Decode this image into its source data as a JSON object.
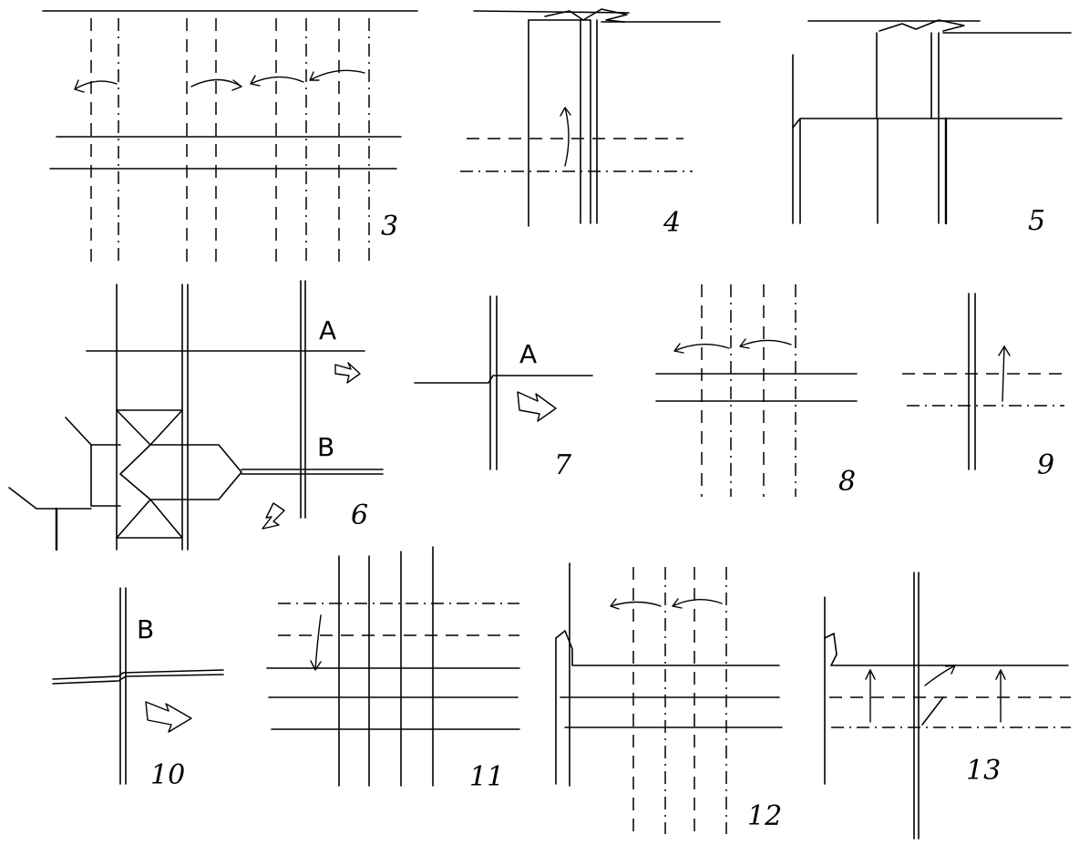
{
  "step_numbers": {
    "s3": "3",
    "s4": "4",
    "s5": "5",
    "s6": "6",
    "s7": "7",
    "s8": "8",
    "s9": "9",
    "s10": "10",
    "s11": "11",
    "s12": "12",
    "s13": "13"
  },
  "labels": {
    "a6": "A",
    "b6": "B",
    "a7": "A",
    "b10": "B"
  },
  "colors": {
    "ink": "#000000",
    "paper": "#ffffff"
  }
}
